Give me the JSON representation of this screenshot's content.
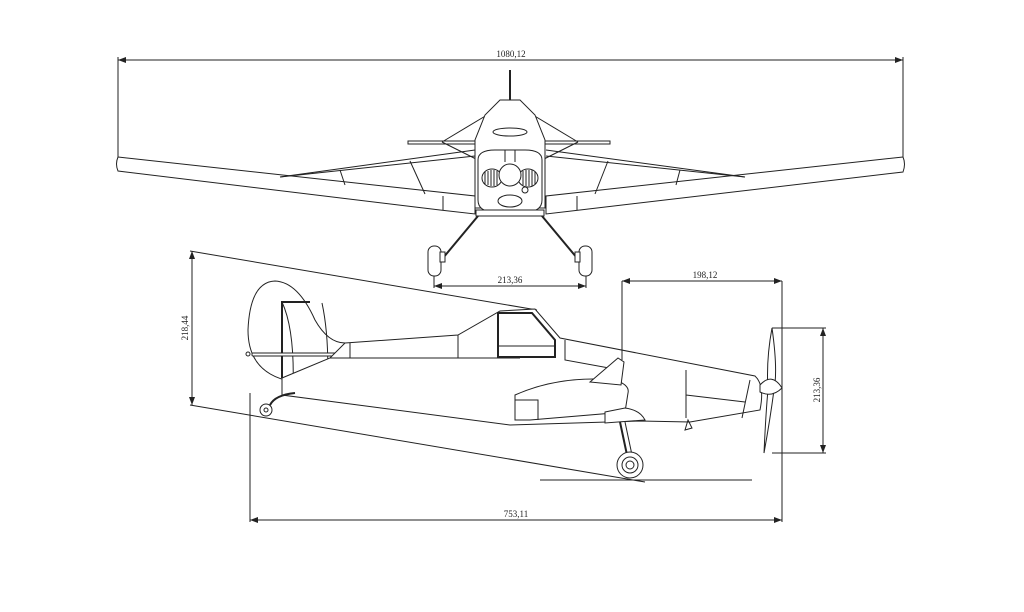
{
  "drawing": {
    "front_view": {
      "wingspan_label": "1080,12",
      "wheel_track_label": "213,36"
    },
    "side_view": {
      "height_label": "218,44",
      "nose_length_label": "198,12",
      "propeller_diameter_label": "213,36",
      "overall_length_label": "753,11"
    }
  }
}
